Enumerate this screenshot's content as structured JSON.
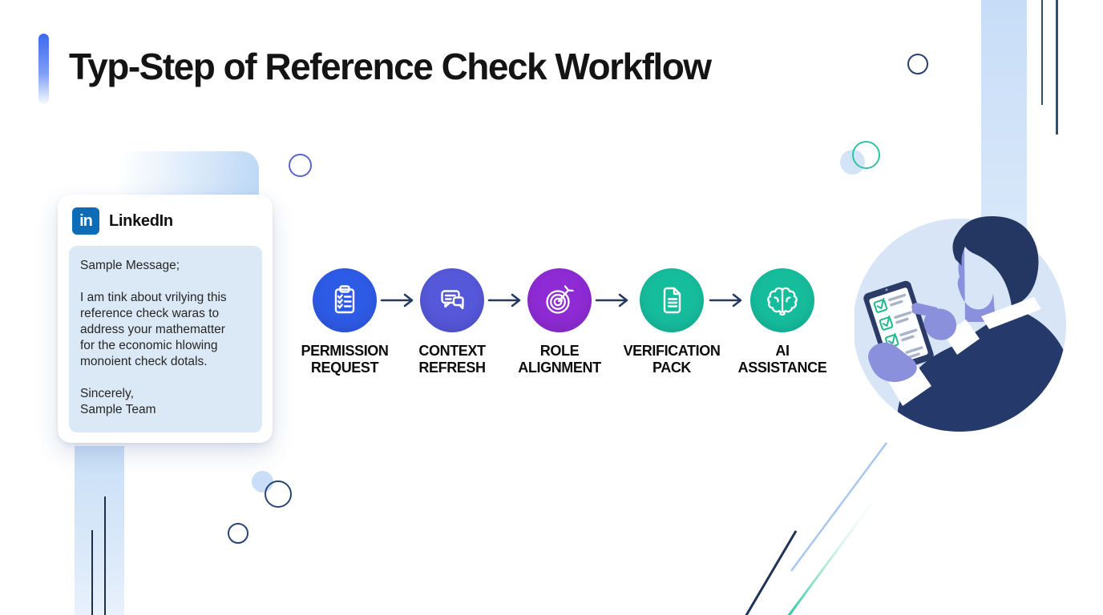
{
  "title": {
    "text": "Typ-Step of Reference Check Workflow"
  },
  "linkedin_card": {
    "logo_text": "in",
    "brand": "LinkedIn",
    "greeting": "Sample Message;",
    "body": "I am tink about vrilying this\nreference check waras to\naddress your mathematter\nfor the economic hlowing\nmonoient check dotals.",
    "closing": "Sincerely,",
    "signature": "Sample Team"
  },
  "workflow": {
    "steps": [
      {
        "label": "PERMISSION\nREQUEST",
        "icon": "clipboard-checklist-icon",
        "color": "#2e5be6"
      },
      {
        "label": "CONTEXT\nREFRESH",
        "icon": "chat-bubbles-icon",
        "color": "#5558d9"
      },
      {
        "label": "ROLE\nALIGNMENT",
        "icon": "target-dart-icon",
        "color": "#8e2bd4"
      },
      {
        "label": "VERIFICATION\nPACK",
        "icon": "document-icon",
        "color": "#16bd9d"
      },
      {
        "label": "AI\nASSISTANCE",
        "icon": "brain-icon",
        "color": "#16bd9d"
      }
    ],
    "arrow_color": "#24395e"
  },
  "illustration": {
    "description": "person reviewing checklist on tablet",
    "checked_items": 3,
    "unchecked_items": 1,
    "check_color": "#21b98a"
  },
  "colors": {
    "accent_bar": "#3d68f0",
    "linkedin_blue": "#0e6bb5",
    "message_box_bg": "#dbe8f6",
    "stripe_blue": "#c9dff6",
    "navy": "#24395e",
    "teal_outline": "#2ec4a2",
    "periwinkle_outline": "#5b67c7",
    "light_blue_circle": "#d3e4f7"
  }
}
